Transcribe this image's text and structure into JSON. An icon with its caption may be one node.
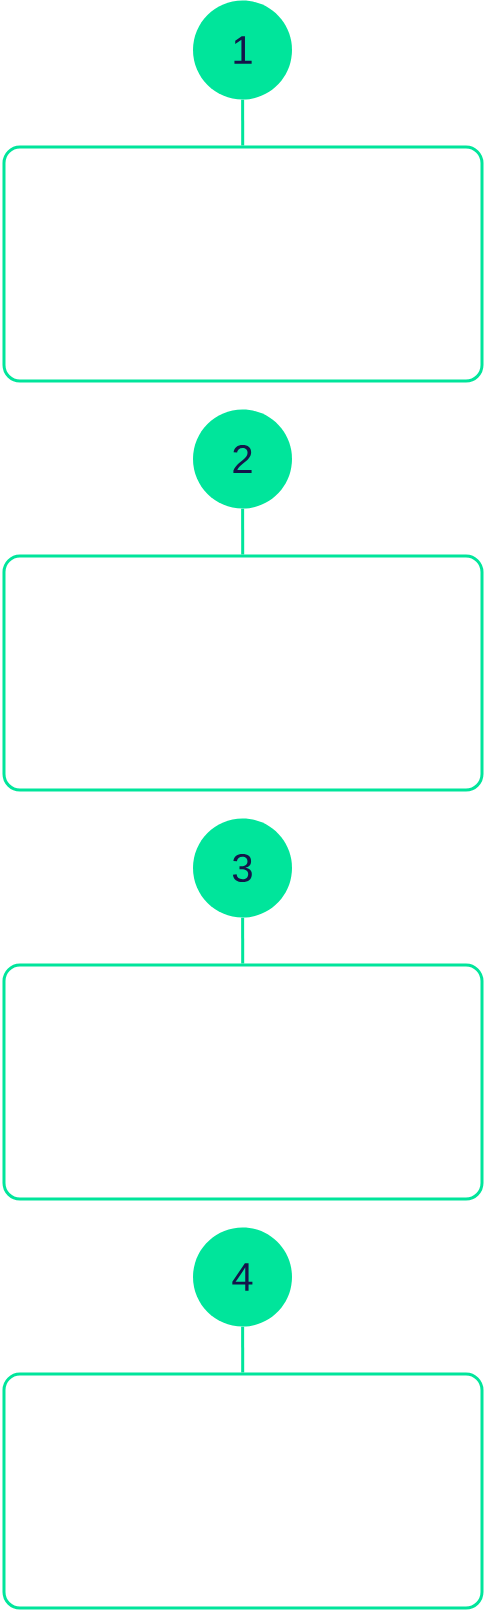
{
  "diagram": {
    "nodes": [
      {
        "text": [
          "1"
        ]
      },
      {
        "text": [],
        "shape": "box"
      },
      {
        "text": [
          "2"
        ]
      },
      {
        "text": [],
        "shape": "box"
      },
      {
        "text": [
          "3"
        ]
      },
      {
        "text": [],
        "shape": "box"
      },
      {
        "text": [
          "4"
        ]
      },
      {
        "text": [],
        "shape": "box"
      }
    ],
    "edges": [
      {
        "from": 0,
        "to": 1,
        "arrow": "none"
      },
      {
        "from": 2,
        "to": 3,
        "arrow": "none"
      },
      {
        "from": 4,
        "to": 5,
        "arrow": "none"
      },
      {
        "from": 6,
        "to": 7,
        "arrow": "none"
      }
    ]
  }
}
